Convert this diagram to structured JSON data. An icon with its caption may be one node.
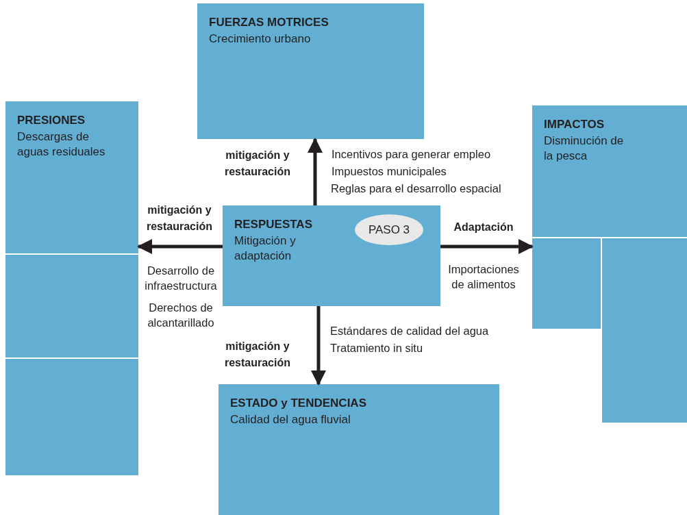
{
  "diagram": {
    "nodes": [
      {
        "text": [
          "FUERZAS MOTRICES",
          "Crecimiento urbano"
        ]
      },
      {
        "text": [
          "PRESIONES",
          "Descargas de aguas residuales"
        ]
      },
      {
        "text": [],
        "shape": "box"
      },
      {
        "text": [],
        "shape": "box"
      },
      {
        "text": [
          "IMPACTOS",
          "Disminución de la pesca"
        ]
      },
      {
        "text": [],
        "shape": "box"
      },
      {
        "text": [],
        "shape": "box"
      },
      {
        "text": [
          "RESPUESTAS",
          "Mitigación y adaptación"
        ]
      },
      {
        "text": [
          "PASO 3"
        ],
        "in": 7
      },
      {
        "text": [
          "ESTADO y TENDENCIAS",
          "Calidad del agua fluvial"
        ]
      }
    ],
    "edges": [
      {
        "from": 7,
        "to": 0,
        "arrow": "to",
        "label": "mitigación y restauración"
      },
      {
        "from": 7,
        "to": 1,
        "arrow": "to",
        "label": "mitigación y restauración"
      },
      {
        "from": 7,
        "to": 4,
        "arrow": "to",
        "label": "Adaptación"
      },
      {
        "from": 7,
        "to": 9,
        "arrow": "to",
        "label": "mitigación y restauración"
      }
    ],
    "labels": [
      "Incentivos para generar empleo",
      "Impuestos municipales",
      "Reglas para el desarrollo espacial",
      "Desarrollo de infraestructura",
      "Derechos de alcantarillado",
      "Importaciones de alimentos",
      "Estándares de calidad del agua",
      "Tratamiento in situ"
    ]
  }
}
